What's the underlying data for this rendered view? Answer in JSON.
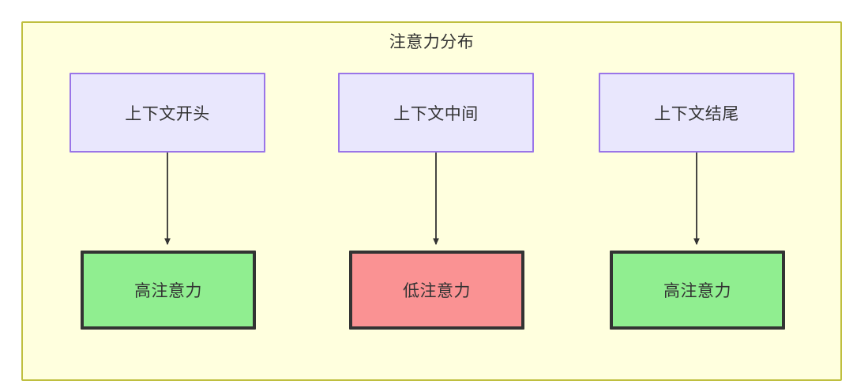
{
  "diagram": {
    "title": "注意力分布",
    "colors": {
      "frame_border": "#bfbf3f",
      "frame_fill": "#ffffde",
      "source_fill": "#e9e7fd",
      "source_border": "#9a75e8",
      "high_fill": "#90ee90",
      "low_fill": "#fa9293",
      "result_border": "#333333",
      "edge": "#333333",
      "text": "#333333"
    },
    "source_nodes": [
      {
        "id": "node-start",
        "label": "上下文开头"
      },
      {
        "id": "node-middle",
        "label": "上下文中间"
      },
      {
        "id": "node-end",
        "label": "上下文结尾"
      }
    ],
    "result_nodes": [
      {
        "id": "node-high-1",
        "label": "高注意力",
        "level": "high"
      },
      {
        "id": "node-low",
        "label": "低注意力",
        "level": "low"
      },
      {
        "id": "node-high-2",
        "label": "高注意力",
        "level": "high"
      }
    ],
    "edges": [
      {
        "from": "上下文开头",
        "to": "高注意力"
      },
      {
        "from": "上下文中间",
        "to": "低注意力"
      },
      {
        "from": "上下文结尾",
        "to": "高注意力"
      }
    ]
  }
}
